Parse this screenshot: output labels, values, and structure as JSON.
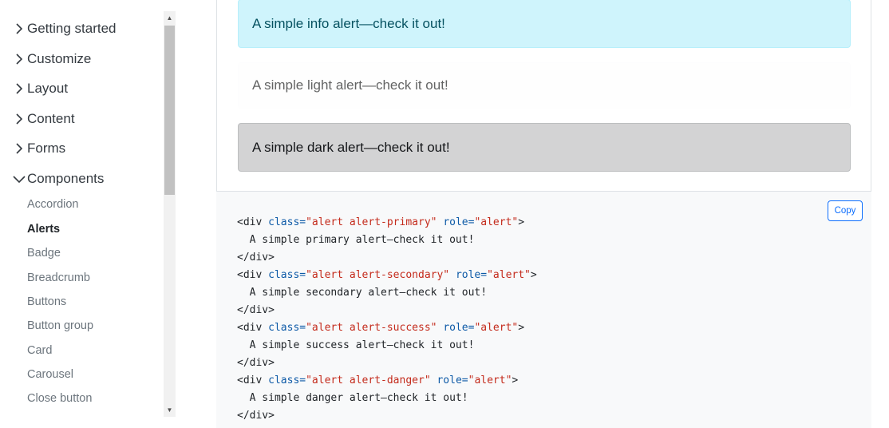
{
  "sidebar": {
    "sections": [
      {
        "label": "Getting started",
        "expanded": false
      },
      {
        "label": "Customize",
        "expanded": false
      },
      {
        "label": "Layout",
        "expanded": false
      },
      {
        "label": "Content",
        "expanded": false
      },
      {
        "label": "Forms",
        "expanded": false
      },
      {
        "label": "Components",
        "expanded": true
      }
    ],
    "items": [
      {
        "label": "Accordion",
        "active": false
      },
      {
        "label": "Alerts",
        "active": true
      },
      {
        "label": "Badge",
        "active": false
      },
      {
        "label": "Breadcrumb",
        "active": false
      },
      {
        "label": "Buttons",
        "active": false
      },
      {
        "label": "Button group",
        "active": false
      },
      {
        "label": "Card",
        "active": false
      },
      {
        "label": "Carousel",
        "active": false
      },
      {
        "label": "Close button",
        "active": false
      }
    ]
  },
  "alerts": {
    "info": "A simple info alert—check it out!",
    "light": "A simple light alert—check it out!",
    "dark": "A simple dark alert—check it out!"
  },
  "code": {
    "copy_label": "Copy",
    "blocks": [
      {
        "open_tag": "<div",
        "class_attr": "class=",
        "class_value": "\"alert alert-primary\"",
        "role_attr": "role=",
        "role_value": "\"alert\"",
        "close_open": ">",
        "text": "A simple primary alert—check it out!",
        "close_tag": "</div>"
      },
      {
        "open_tag": "<div",
        "class_attr": "class=",
        "class_value": "\"alert alert-secondary\"",
        "role_attr": "role=",
        "role_value": "\"alert\"",
        "close_open": ">",
        "text": "A simple secondary alert—check it out!",
        "close_tag": "</div>"
      },
      {
        "open_tag": "<div",
        "class_attr": "class=",
        "class_value": "\"alert alert-success\"",
        "role_attr": "role=",
        "role_value": "\"alert\"",
        "close_open": ">",
        "text": "A simple success alert—check it out!",
        "close_tag": "</div>"
      },
      {
        "open_tag": "<div",
        "class_attr": "class=",
        "class_value": "\"alert alert-danger\"",
        "role_attr": "role=",
        "role_value": "\"alert\"",
        "close_open": ">",
        "text": "A simple danger alert—check it out!",
        "close_tag": "</div>"
      }
    ]
  },
  "colors": {
    "info_bg": "#cff4fc",
    "light_bg": "#fefefe",
    "dark_bg": "#d3d3d4",
    "link_blue": "#0d6efd",
    "code_bg": "#f8f9fa"
  }
}
